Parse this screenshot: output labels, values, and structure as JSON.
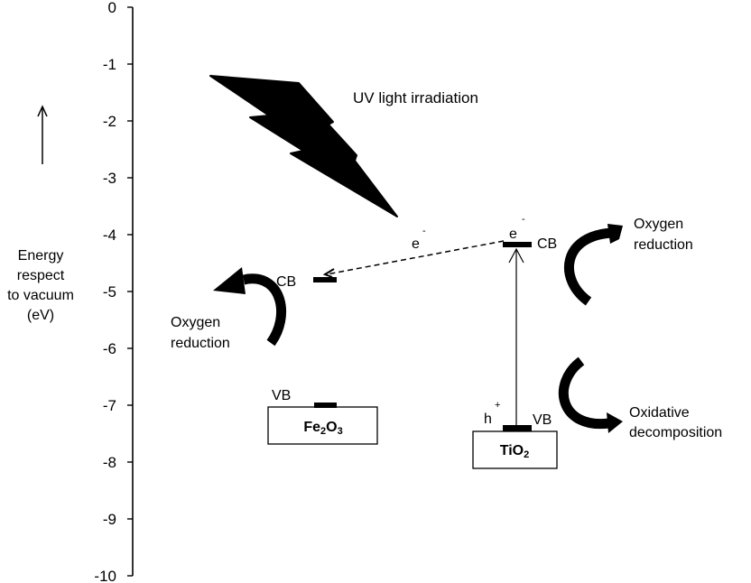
{
  "title": "",
  "axis": {
    "label_lines": [
      "Energy",
      "respect",
      "to vacuum",
      "(eV)"
    ],
    "ticks": [
      "0",
      "-1",
      "-2",
      "-3",
      "-4",
      "-5",
      "-6",
      "-7",
      "-8",
      "-9",
      "-10"
    ],
    "range_eV": [
      -10,
      0
    ],
    "direction_arrow": "up-arrow-icon"
  },
  "light": {
    "label": "UV light irradiation",
    "icon": "lightning-bolt-icon"
  },
  "materials": [
    {
      "name_main": "Fe",
      "name_parts": [
        "Fe",
        "2",
        "O",
        "3"
      ],
      "cb_label": "CB",
      "vb_label": "VB",
      "cb_eV": -4.75,
      "vb_eV": -7.0
    },
    {
      "name_parts": [
        "TiO",
        "2"
      ],
      "cb_label": "CB",
      "vb_label": "VB",
      "cb_eV": -4.2,
      "vb_eV": -7.4
    }
  ],
  "carriers": {
    "electron": "e",
    "electron_sup": "-",
    "hole": "h",
    "hole_sup": "+"
  },
  "processes": {
    "left_reduction": [
      "Oxygen",
      "reduction"
    ],
    "right_reduction": [
      "Oxygen",
      "reduction"
    ],
    "oxidation": [
      "Oxidative",
      "decomposition"
    ]
  }
}
